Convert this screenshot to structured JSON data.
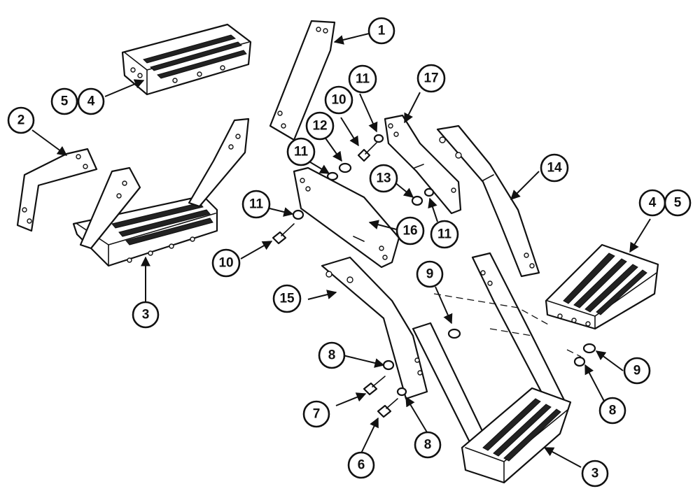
{
  "callouts": [
    {
      "id": "c1",
      "label": "1"
    },
    {
      "id": "c2",
      "label": "2"
    },
    {
      "id": "c3a",
      "label": "3"
    },
    {
      "id": "c3b",
      "label": "3"
    },
    {
      "id": "c4a",
      "label": "4"
    },
    {
      "id": "c5a",
      "label": "5"
    },
    {
      "id": "c4b",
      "label": "4"
    },
    {
      "id": "c5b",
      "label": "5"
    },
    {
      "id": "c6",
      "label": "6"
    },
    {
      "id": "c7",
      "label": "7"
    },
    {
      "id": "c8a",
      "label": "8"
    },
    {
      "id": "c8b",
      "label": "8"
    },
    {
      "id": "c8c",
      "label": "8"
    },
    {
      "id": "c9a",
      "label": "9"
    },
    {
      "id": "c9b",
      "label": "9"
    },
    {
      "id": "c10a",
      "label": "10"
    },
    {
      "id": "c10b",
      "label": "10"
    },
    {
      "id": "c11a",
      "label": "11"
    },
    {
      "id": "c11b",
      "label": "11"
    },
    {
      "id": "c11c",
      "label": "11"
    },
    {
      "id": "c11d",
      "label": "11"
    },
    {
      "id": "c12",
      "label": "12"
    },
    {
      "id": "c13",
      "label": "13"
    },
    {
      "id": "c14",
      "label": "14"
    },
    {
      "id": "c15",
      "label": "15"
    },
    {
      "id": "c16",
      "label": "16"
    },
    {
      "id": "c17",
      "label": "17"
    }
  ]
}
